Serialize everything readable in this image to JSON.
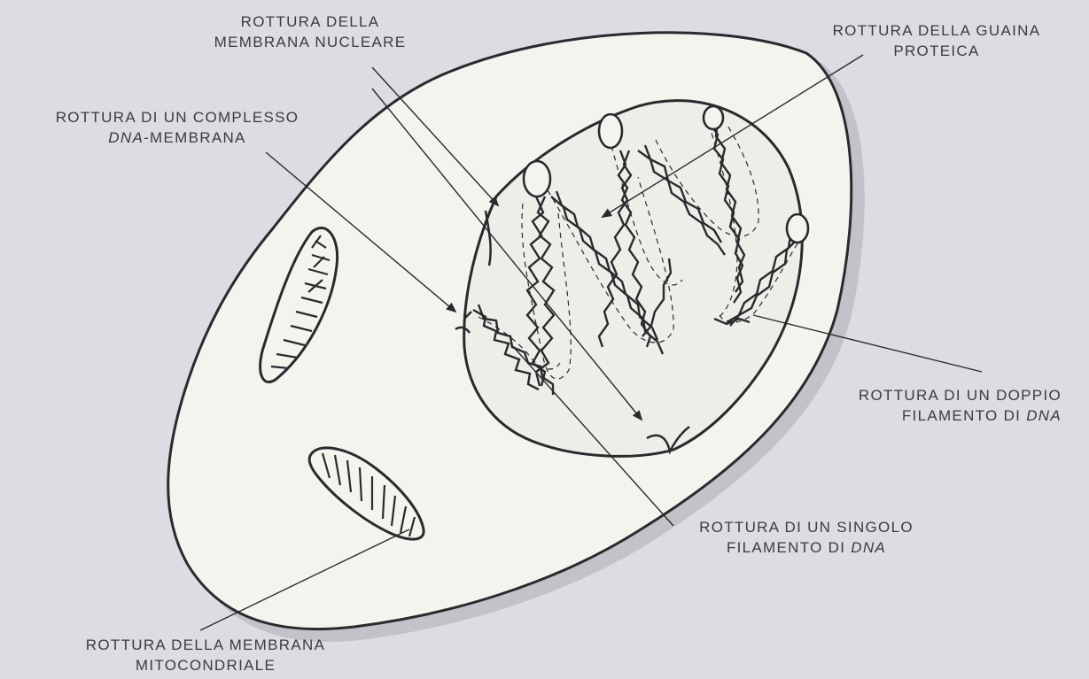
{
  "labels": {
    "nuclear_membrane": {
      "line1": "ROTTURA DELLA",
      "line2": "MEMBRANA NUCLEARE"
    },
    "protein_sheath": {
      "line1": "ROTTURA DELLA GUAINA",
      "line2": "PROTEICA"
    },
    "dna_membrane_complex": {
      "line1": "ROTTURA DI UN COMPLESSO",
      "line2_dna": "DNA",
      "line2_rest": "-MEMBRANA"
    },
    "double_strand": {
      "line1": "ROTTURA DI UN DOPPIO",
      "line2_prefix": "FILAMENTO DI ",
      "line2_dna": "DNA"
    },
    "single_strand": {
      "line1": "ROTTURA DI UN SINGOLO",
      "line2_prefix": "FILAMENTO DI ",
      "line2_dna": "DNA"
    },
    "mitochondrial_membrane": {
      "line1": "ROTTURA DELLA MEMBRANA",
      "line2": "MITOCONDRIALE"
    }
  },
  "colors": {
    "background": "#dcdde2",
    "cell_fill": "#f4f4ef",
    "outline": "#2a2a2e",
    "label_text": "#3b3b3f",
    "shadow": "#b9bac0"
  }
}
